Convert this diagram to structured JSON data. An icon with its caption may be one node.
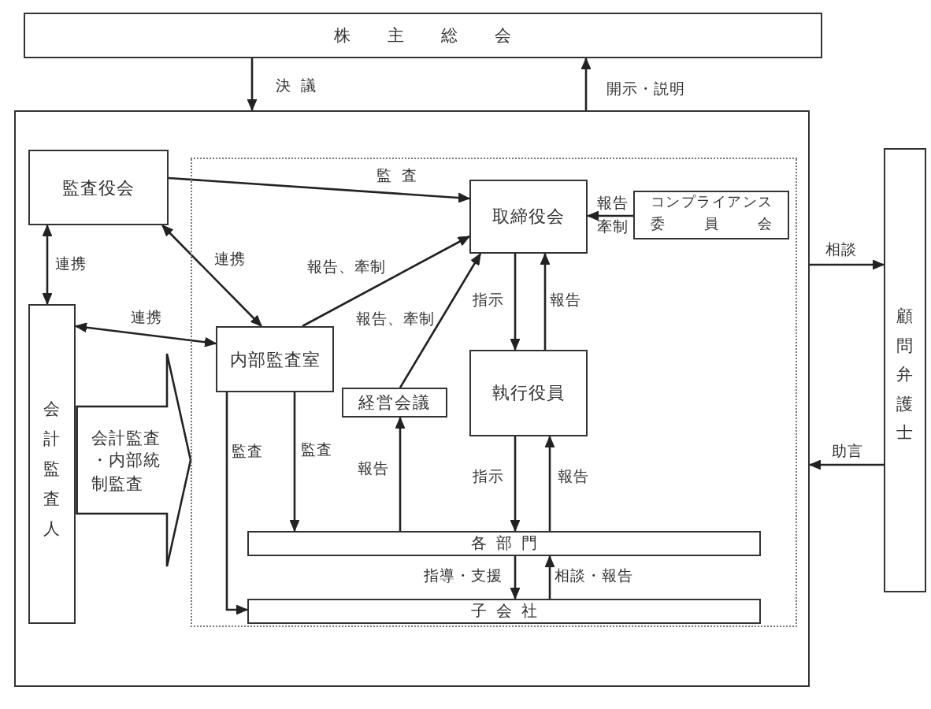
{
  "diagram": {
    "nodes": [
      {
        "text": [
          "株主総会"
        ]
      },
      {
        "text": [],
        "shape": "box"
      },
      {
        "text": [
          "監査役会"
        ],
        "in": 1
      },
      {
        "text": [
          "会計監査人"
        ],
        "in": 1
      },
      {
        "text": [],
        "shape": "box",
        "in": 1
      },
      {
        "text": [
          "取締役会"
        ],
        "in": 4
      },
      {
        "text": [
          "コンプライアンス委員会"
        ],
        "in": 4
      },
      {
        "text": [
          "内部監査室"
        ],
        "in": 4
      },
      {
        "text": [
          "経営会議"
        ],
        "in": 4
      },
      {
        "text": [
          "執行役員"
        ],
        "in": 4
      },
      {
        "text": [
          "各部門"
        ],
        "in": 4
      },
      {
        "text": [
          "子会社"
        ],
        "in": 4
      },
      {
        "text": [
          "顧問弁護士"
        ]
      }
    ],
    "edges": [
      {
        "from": 0,
        "to": 1,
        "arrow": "to",
        "label": "決議"
      },
      {
        "from": 1,
        "to": 0,
        "arrow": "to",
        "label": "開示・説明"
      },
      {
        "from": 2,
        "to": 5,
        "arrow": "to",
        "label": "監査"
      },
      {
        "from": 2,
        "to": 3,
        "arrow": "both",
        "label": "連携"
      },
      {
        "from": 2,
        "to": 7,
        "arrow": "both",
        "label": "連携"
      },
      {
        "from": 3,
        "to": 7,
        "arrow": "both",
        "label": "連携"
      },
      {
        "from": 3,
        "to": 4,
        "arrow": "to",
        "label": "会計監査・内部統制監査"
      },
      {
        "from": 7,
        "to": 5,
        "arrow": "to",
        "label": "報告、牽制"
      },
      {
        "from": 8,
        "to": 5,
        "arrow": "to",
        "label": "報告、牽制"
      },
      {
        "from": 6,
        "to": 5,
        "arrow": "to",
        "label": "報告牽制"
      },
      {
        "from": 5,
        "to": 9,
        "arrow": "to",
        "label": "指示"
      },
      {
        "from": 9,
        "to": 5,
        "arrow": "to",
        "label": "報告"
      },
      {
        "from": 9,
        "to": 10,
        "arrow": "to",
        "label": "指示"
      },
      {
        "from": 10,
        "to": 9,
        "arrow": "to",
        "label": "報告"
      },
      {
        "from": 10,
        "to": 8,
        "arrow": "to",
        "label": "報告"
      },
      {
        "from": 7,
        "to": 10,
        "arrow": "to",
        "label": "監査"
      },
      {
        "from": 7,
        "to": 11,
        "arrow": "to",
        "label": "監査"
      },
      {
        "from": 10,
        "to": 11,
        "arrow": "to",
        "label": "指導・支援"
      },
      {
        "from": 11,
        "to": 10,
        "arrow": "to",
        "label": "相談・報告"
      },
      {
        "from": 1,
        "to": 12,
        "arrow": "to",
        "label": "相談"
      },
      {
        "from": 12,
        "to": 1,
        "arrow": "to",
        "label": "助言"
      }
    ]
  }
}
